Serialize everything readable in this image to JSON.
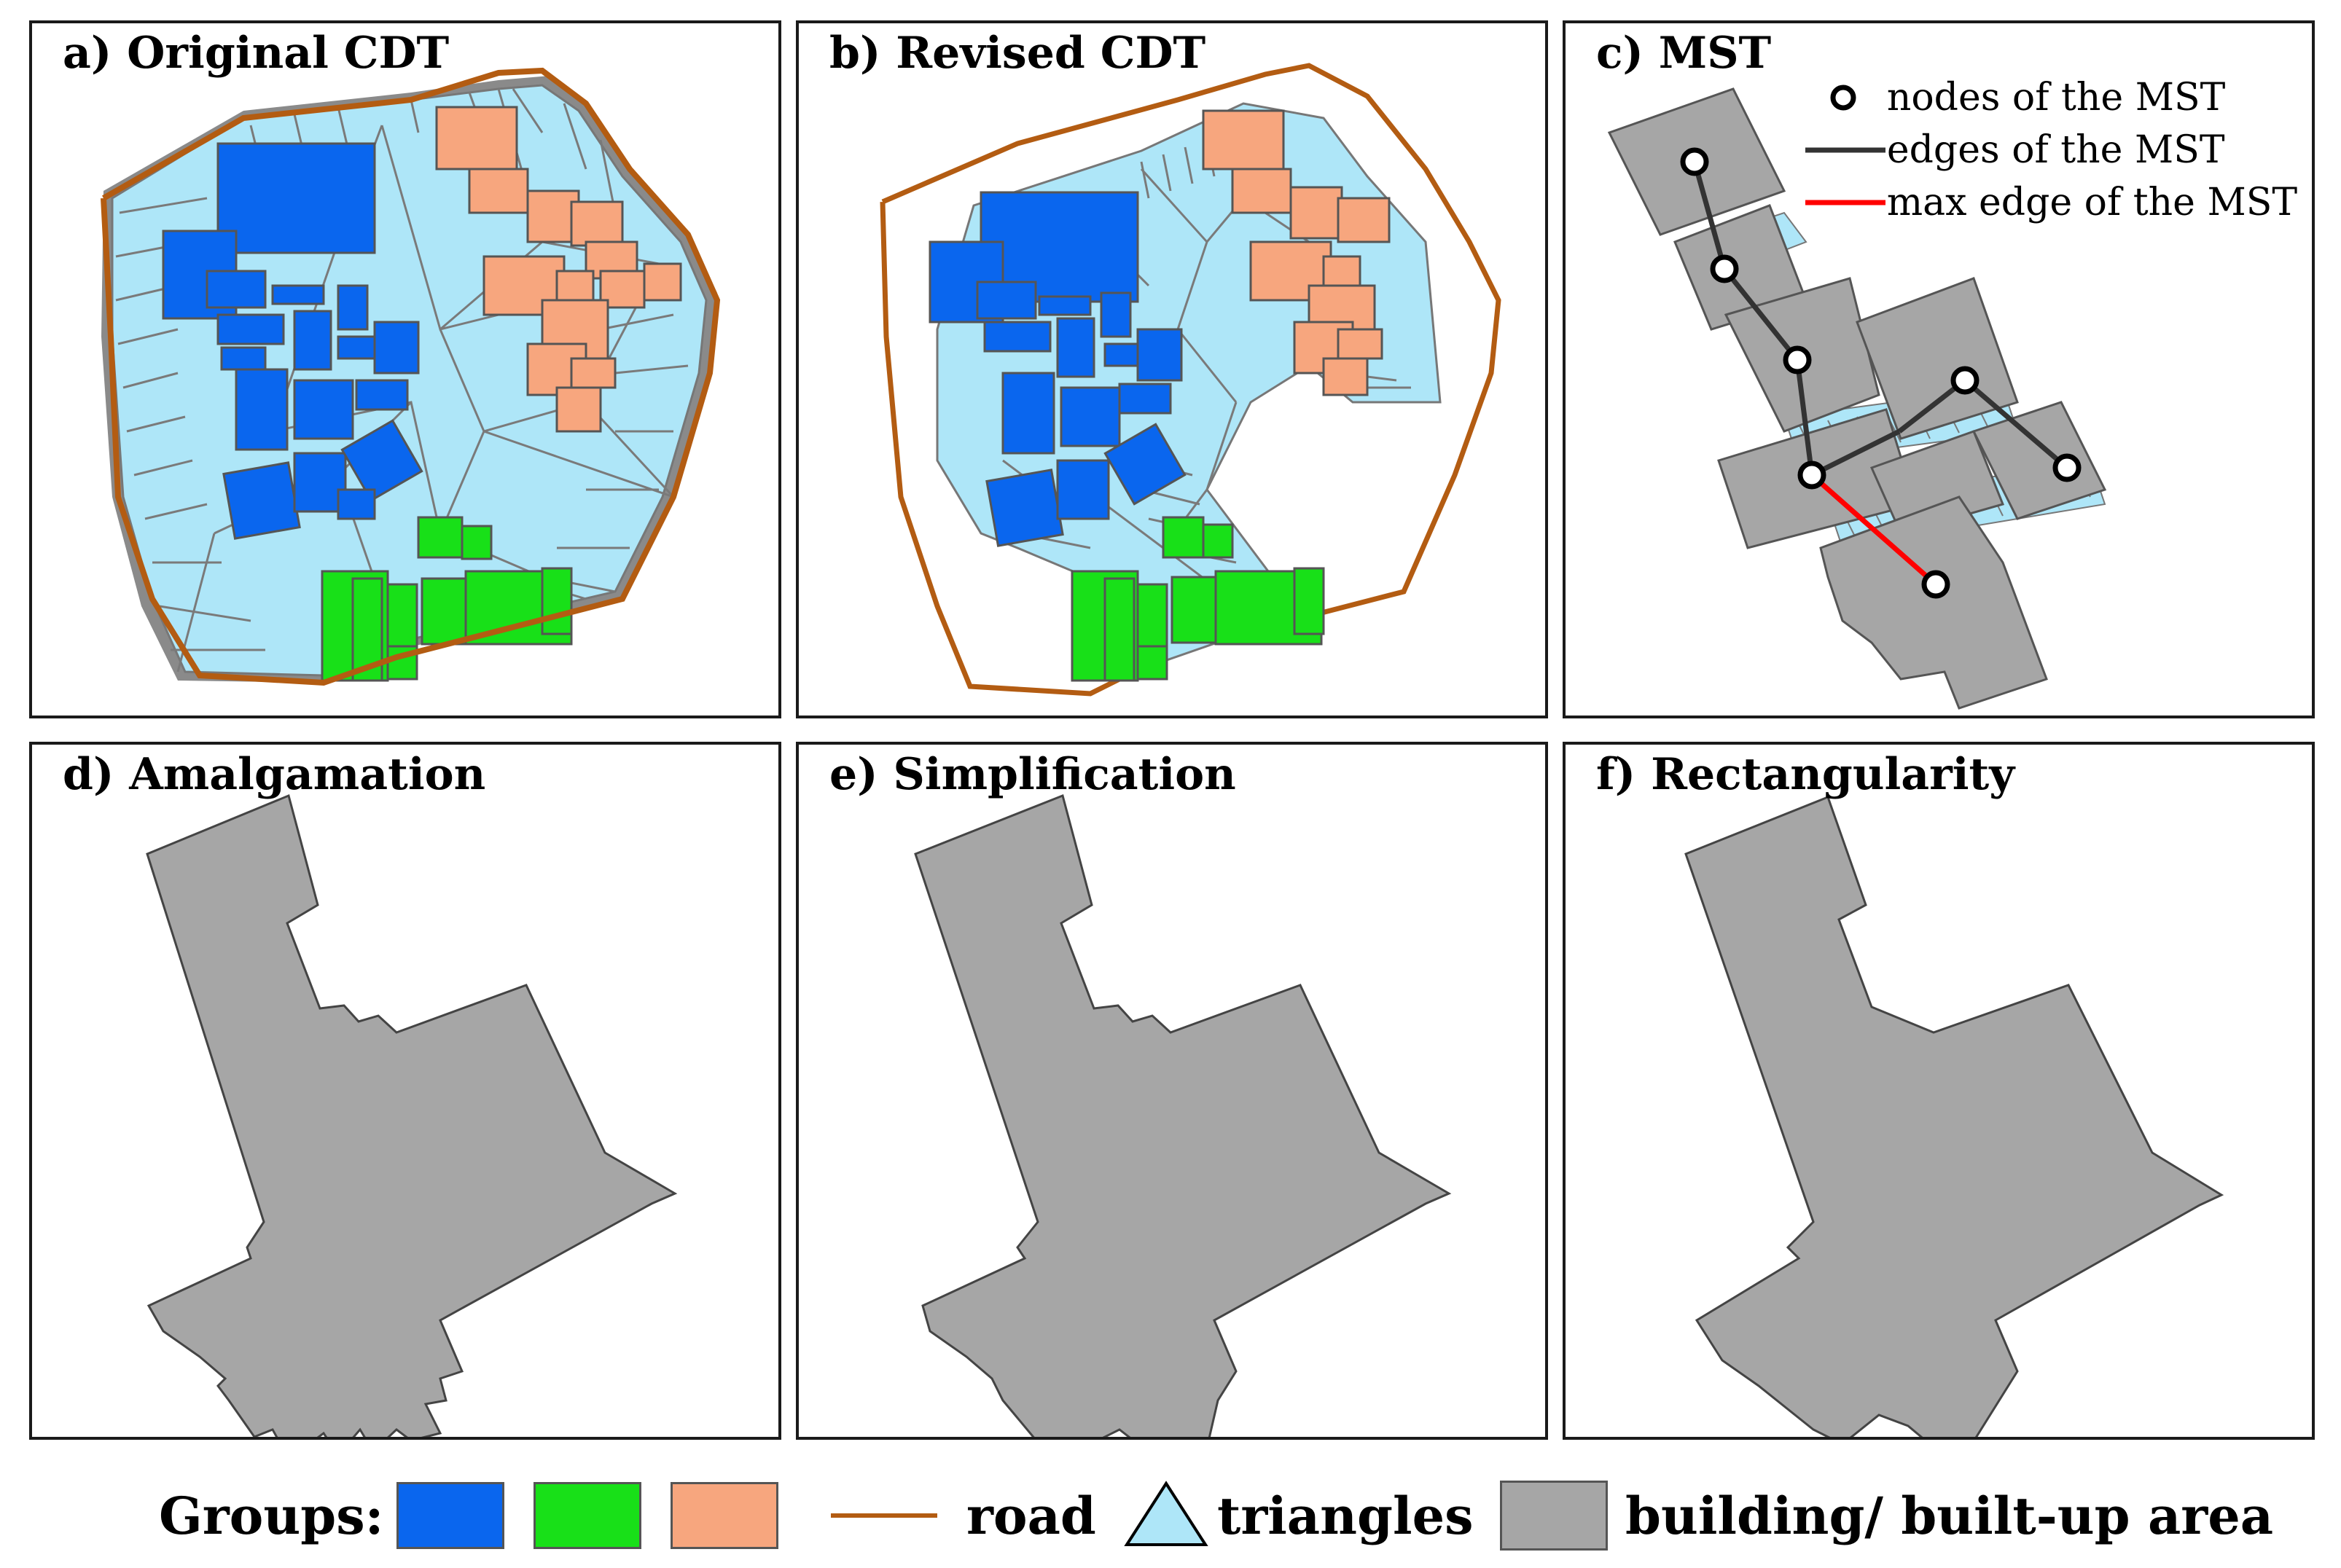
{
  "panels": {
    "a": {
      "title": "a) Original CDT"
    },
    "b": {
      "title": "b) Revised CDT"
    },
    "c": {
      "title": "c) MST"
    },
    "d": {
      "title": "d) Amalgamation"
    },
    "e": {
      "title": "e) Simplification"
    },
    "f": {
      "title": "f) Rectangularity"
    }
  },
  "mst_legend": {
    "nodes": "nodes of the MST",
    "edges": "edges of the MST",
    "max_edge": "max edge of the MST"
  },
  "legend": {
    "groups_label": "Groups:",
    "road_label": "road",
    "triangles_label": "triangles",
    "building_label": "building/ built-up area"
  },
  "colors": {
    "group_blue": "#0a66ee",
    "group_green": "#18e018",
    "group_orange": "#f7a67e",
    "road": "#b35c12",
    "triangle_fill": "#aee6f8",
    "triangle_edge": "#777777",
    "building": "#a6a6a6",
    "mst_edge": "#333333",
    "mst_max_edge": "#ff0000"
  }
}
